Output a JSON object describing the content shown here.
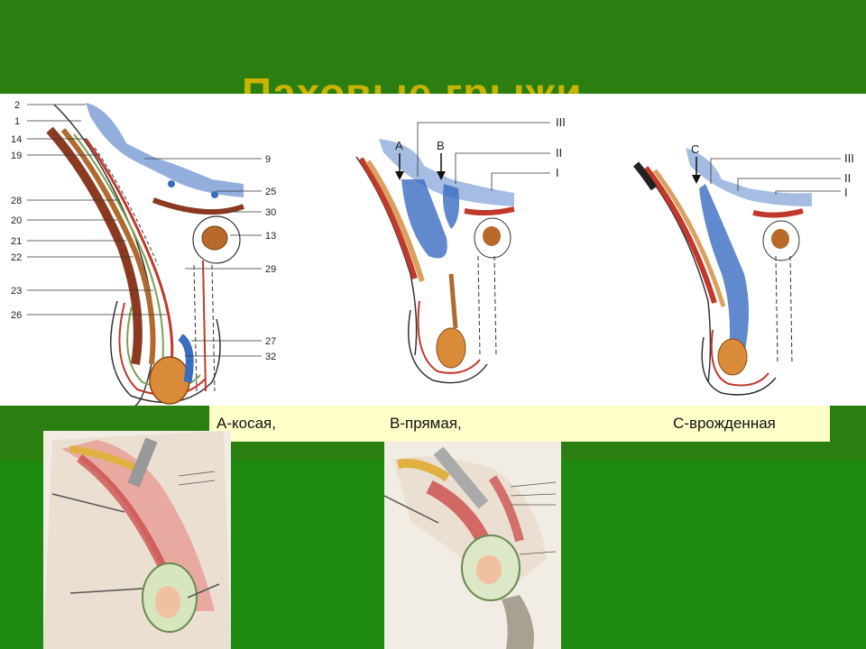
{
  "slide": {
    "title": "Паховые грыжи",
    "captions": {
      "a": "А-косая,",
      "b": "В-прямая,",
      "c": "С-врожденная"
    }
  },
  "diagram_left": {
    "labels_left": [
      "2",
      "1",
      "14",
      "19",
      "28",
      "20",
      "21",
      "22",
      "23",
      "26"
    ],
    "labels_right": [
      "9",
      "25",
      "30",
      "13",
      "29",
      "27",
      "32"
    ]
  },
  "diagram_mid": {
    "markers": [
      "A",
      "B"
    ],
    "labels_right": [
      "III",
      "II",
      "I"
    ]
  },
  "diagram_right": {
    "markers": [
      "C"
    ],
    "labels_right": [
      "III",
      "II",
      "I"
    ]
  },
  "colors": {
    "background_green": "#2a7f10",
    "title_gold": "#c8b400",
    "caption_bg": "#ffffc8",
    "peritoneum_blue": "#3a6cc0",
    "muscle_brown": "#b06a30",
    "fascia_green": "#7aa050"
  }
}
